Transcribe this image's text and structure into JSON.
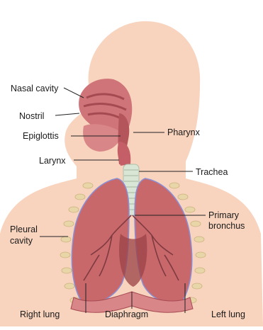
{
  "diagram": {
    "labels": {
      "nasal_cavity": "Nasal cavity",
      "nostril": "Nostril",
      "epiglottis": "Epiglottis",
      "pharynx": "Pharynx",
      "larynx": "Larynx",
      "trachea": "Trachea",
      "primary_bronchus_line1": "Primary",
      "primary_bronchus_line2": "bronchus",
      "pleural_cavity_line1": "Pleural",
      "pleural_cavity_line2": "cavity",
      "right_lung": "Right lung",
      "diaphragm": "Diaphragm",
      "left_lung": "Left lung"
    },
    "colors": {
      "skin": "#f8d3bd",
      "lung": "#c8686b",
      "lung_dark": "#9b4247",
      "trachea": "#d9e6d6",
      "nasal": "#cf7479",
      "rib": "#e9d6a8",
      "pleura_line": "#8a8fd6"
    }
  }
}
